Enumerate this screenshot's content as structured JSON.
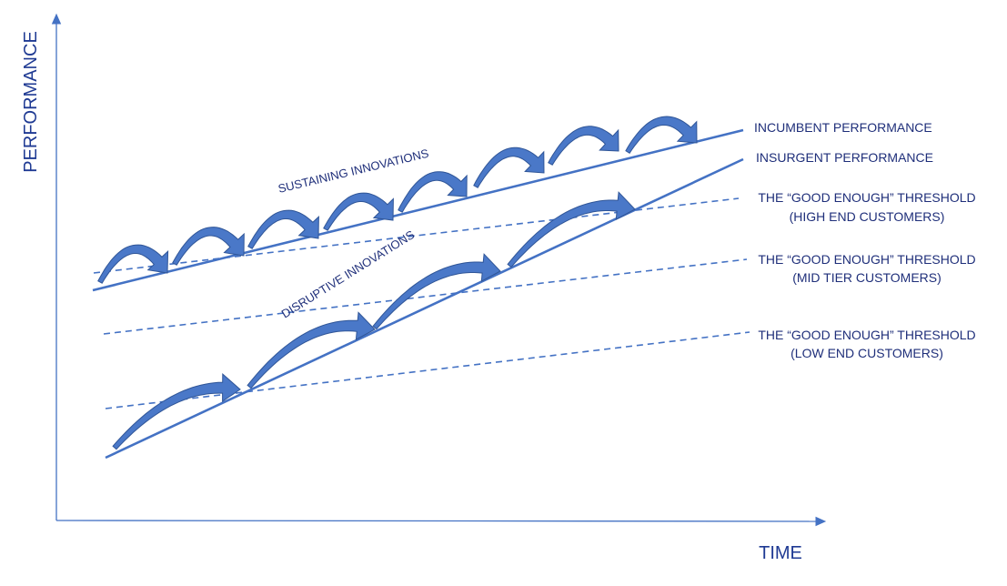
{
  "axes": {
    "y_label": "PERFORMANCE",
    "x_label": "TIME"
  },
  "lines": {
    "incumbent": "INCUMBENT PERFORMANCE",
    "insurgent": "INSURGENT PERFORMANCE"
  },
  "thresholds": [
    {
      "line1": "THE “GOOD ENOUGH” THRESHOLD",
      "line2": "(HIGH END CUSTOMERS)"
    },
    {
      "line1": "THE “GOOD ENOUGH” THRESHOLD",
      "line2": "(MID TIER CUSTOMERS)"
    },
    {
      "line1": "THE “GOOD ENOUGH” THRESHOLD",
      "line2": "(LOW END CUSTOMERS)"
    }
  ],
  "annotations": {
    "sustaining": "SUSTAINING INNOVATIONS",
    "disruptive": "DISRUPTIVE INNOVATIONS"
  },
  "colors": {
    "line": "#4472c4",
    "arrow_fill": "#4a78c8",
    "arrow_stroke": "#2f5597",
    "text": "#1f2f7a"
  }
}
